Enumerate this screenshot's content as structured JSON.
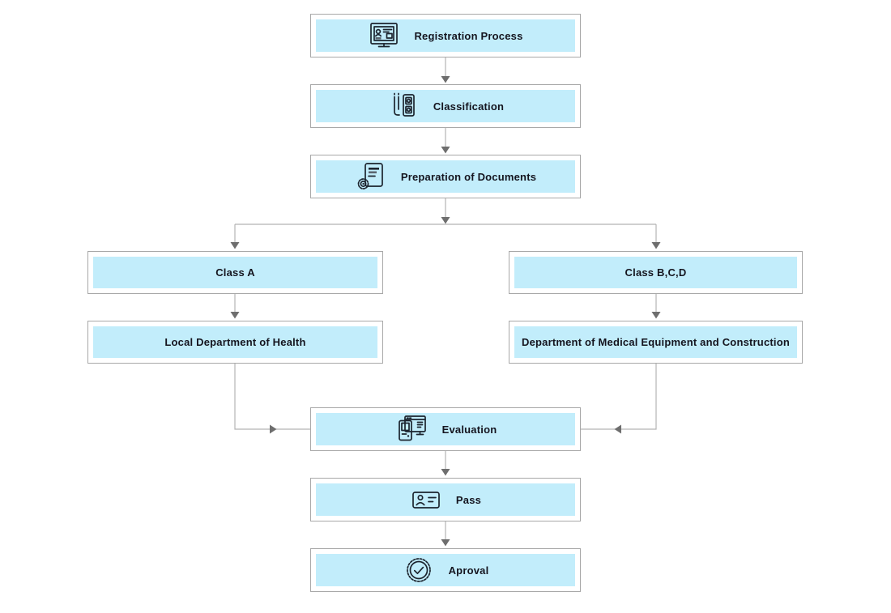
{
  "diagram": {
    "type": "flowchart",
    "colors": {
      "background": "#ffffff",
      "node_fill": "#c2edfb",
      "node_border": "#a8a8a8",
      "node_frame": "#ffffff",
      "connector_line": "#b3b3b3",
      "arrowhead": "#6e6e6e",
      "text": "#15151f"
    },
    "nodes": [
      {
        "id": "registration",
        "label": "Registration Process",
        "icon": "registration-monitor-icon"
      },
      {
        "id": "classification",
        "label": "Classification",
        "icon": "classification-device-icon"
      },
      {
        "id": "preparation",
        "label": "Preparation of Documents",
        "icon": "document-seal-icon"
      },
      {
        "id": "class-a",
        "label": "Class A",
        "icon": null
      },
      {
        "id": "class-bcd",
        "label": "Class B,C,D",
        "icon": null
      },
      {
        "id": "local-dept",
        "label": "Local Department of Health",
        "icon": null
      },
      {
        "id": "dept-medical",
        "label": "Department of Medical Equipment and Construction",
        "icon": null
      },
      {
        "id": "evaluation",
        "label": "Evaluation",
        "icon": "evaluation-devices-icon"
      },
      {
        "id": "pass",
        "label": "Pass",
        "icon": "pass-id-card-icon"
      },
      {
        "id": "approval",
        "label": "Aproval",
        "icon": "approval-seal-icon"
      }
    ],
    "edges": [
      {
        "from": "registration",
        "to": "classification"
      },
      {
        "from": "classification",
        "to": "preparation"
      },
      {
        "from": "preparation",
        "to": "class-a"
      },
      {
        "from": "preparation",
        "to": "class-bcd"
      },
      {
        "from": "class-a",
        "to": "local-dept"
      },
      {
        "from": "class-bcd",
        "to": "dept-medical"
      },
      {
        "from": "local-dept",
        "to": "evaluation"
      },
      {
        "from": "dept-medical",
        "to": "evaluation"
      },
      {
        "from": "evaluation",
        "to": "pass"
      },
      {
        "from": "pass",
        "to": "approval"
      }
    ]
  }
}
